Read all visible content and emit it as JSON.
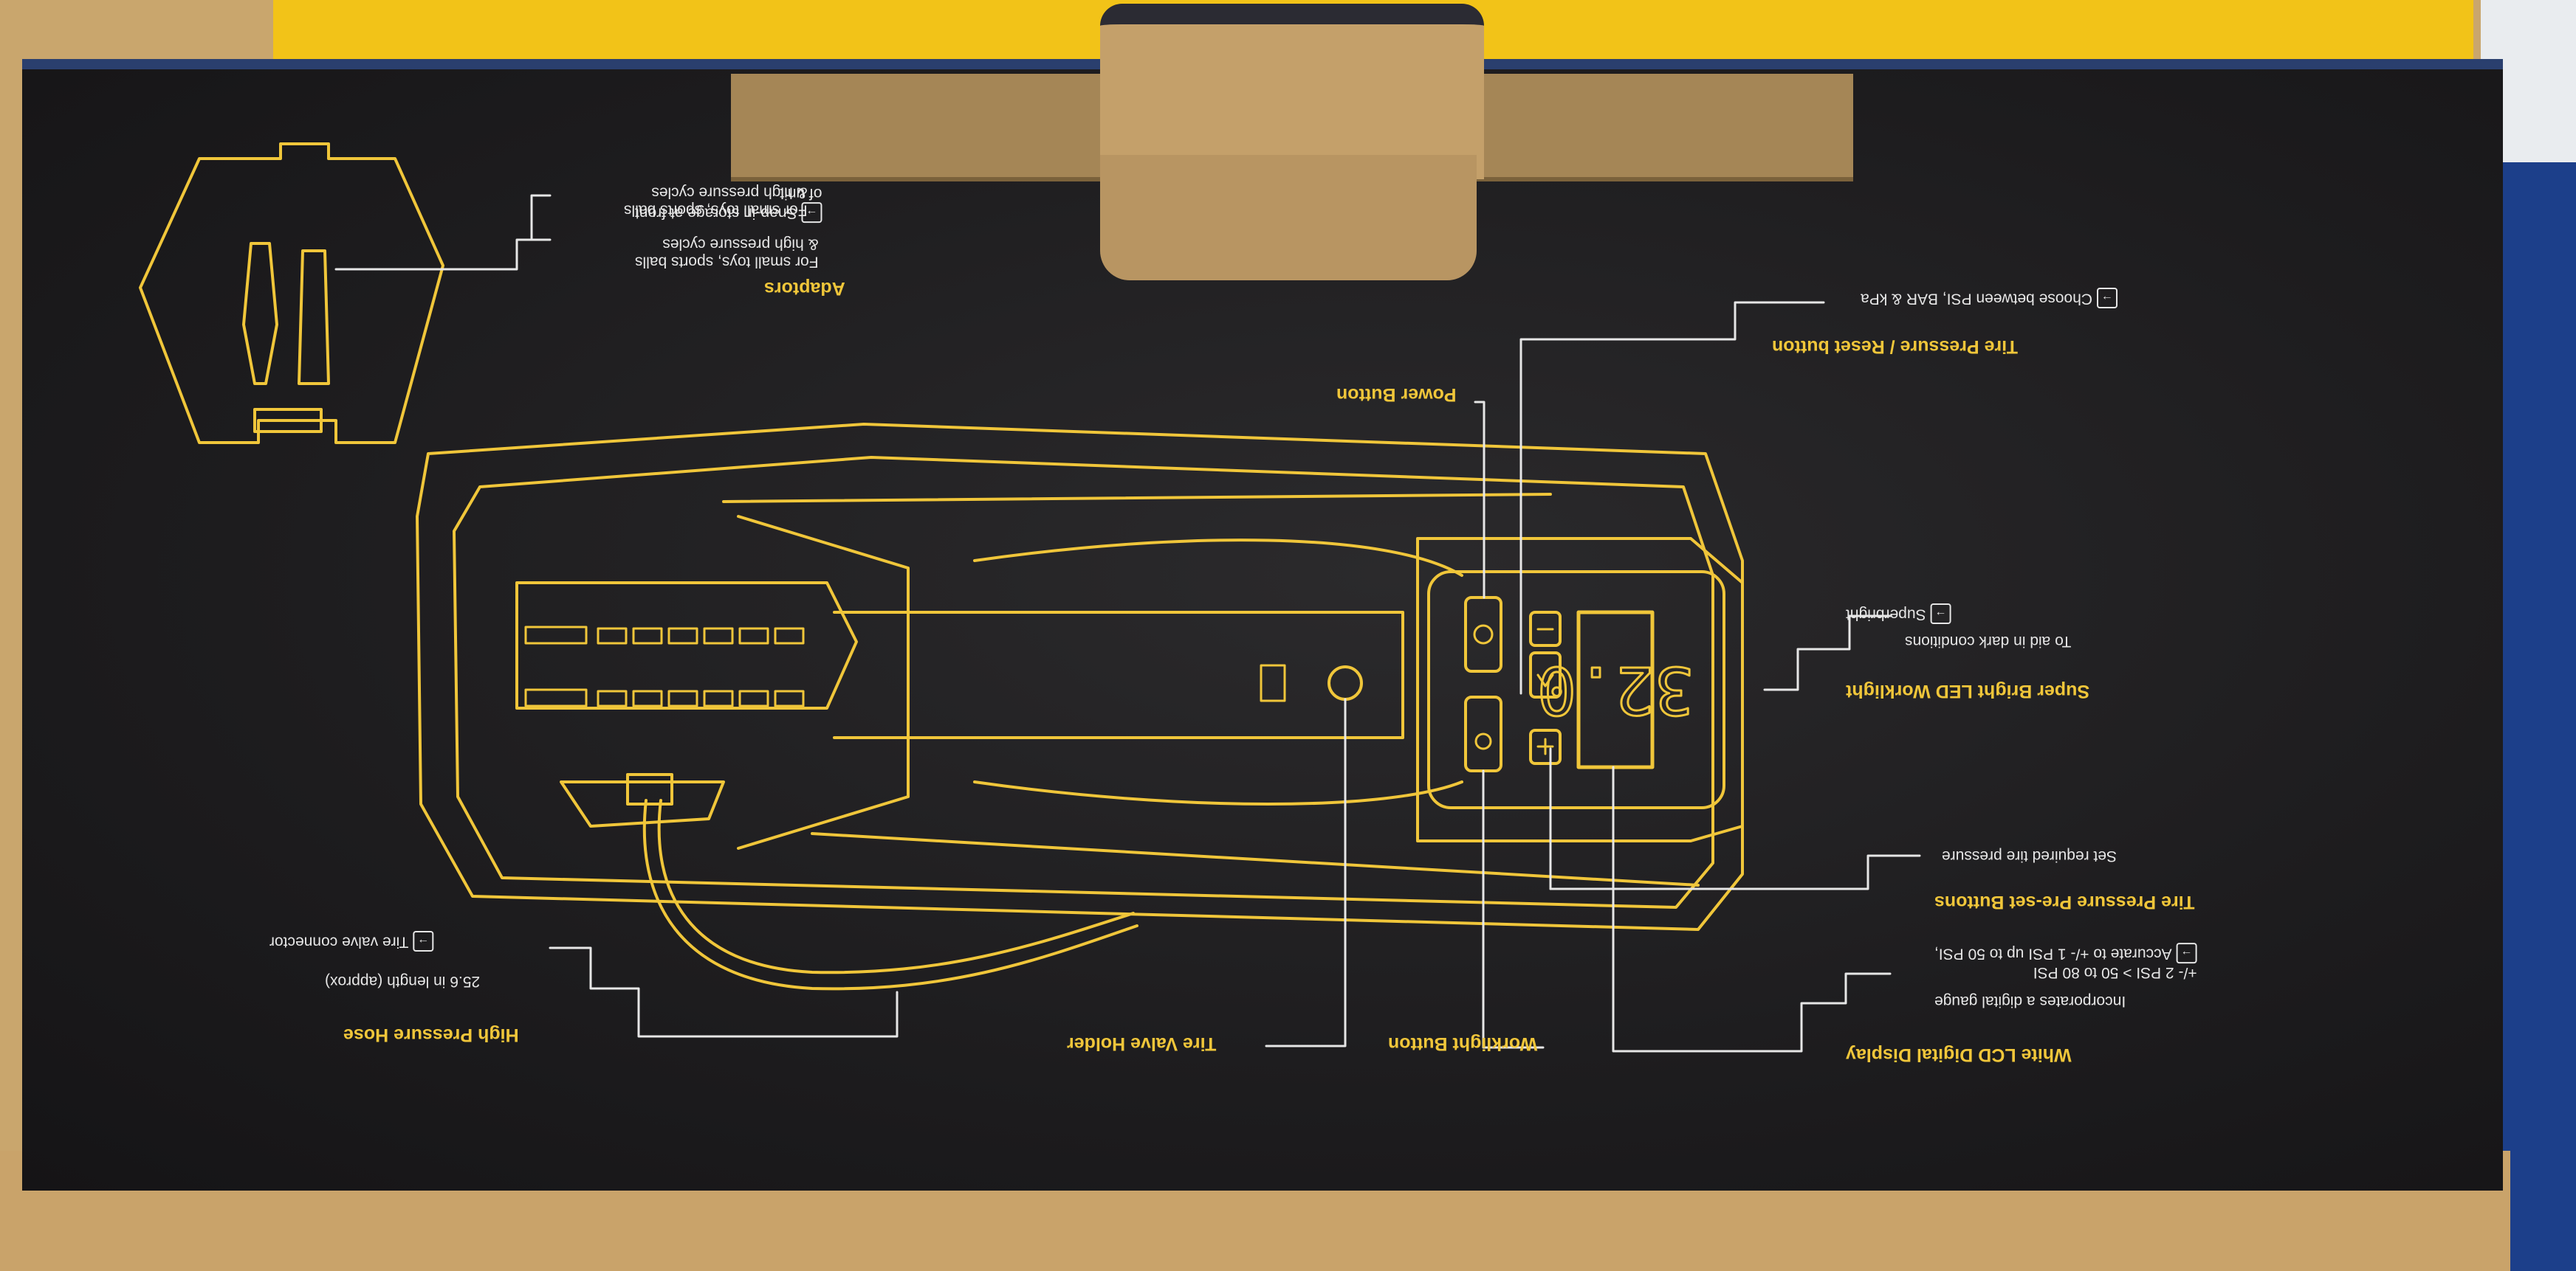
{
  "labels": {
    "adaptors": {
      "title": "Adaptors",
      "lines": [
        "For small toys, sports balls",
        "& high pressure cycles",
        "Snap-in storage at front",
        "of unit"
      ]
    },
    "pressure_reset": {
      "title": "Tire Pressure / Reset button",
      "lines": [
        "Choose between PSI, BAR & kPa"
      ]
    },
    "power": {
      "title": "Power Button"
    },
    "workight_led": {
      "title": "Super Bright LED Worklight",
      "lines": [
        "To aid in dark conditions",
        "Superbright"
      ]
    },
    "preset_buttons": {
      "title": "Tire Pressure Pre-set Buttons",
      "lines": [
        "Set required tire pressure"
      ]
    },
    "lcd_display": {
      "title": "White LCD Digital Display",
      "lines": [
        "Incorporates a digital gauge",
        "Accurate to +/- 1 PSI up to 50 PSI,",
        "+/- 2 PSI > 50 to 80 PSI"
      ]
    },
    "worklight_button": {
      "title": "Worklight Button"
    },
    "valve_holder": {
      "title": "Tire Valve Holder"
    },
    "hose": {
      "title": "High Pressure Hose",
      "lines": [
        "25.6 in length (approx)",
        "Tire valve connector"
      ]
    }
  },
  "display": {
    "reading": "32.0"
  },
  "colors": {
    "panel": "#1d1c1e",
    "line_art": "#f0c63a",
    "text": "#e6e6e6",
    "cardboard": "#c9a36a",
    "yellow_case": "#f2c318"
  }
}
